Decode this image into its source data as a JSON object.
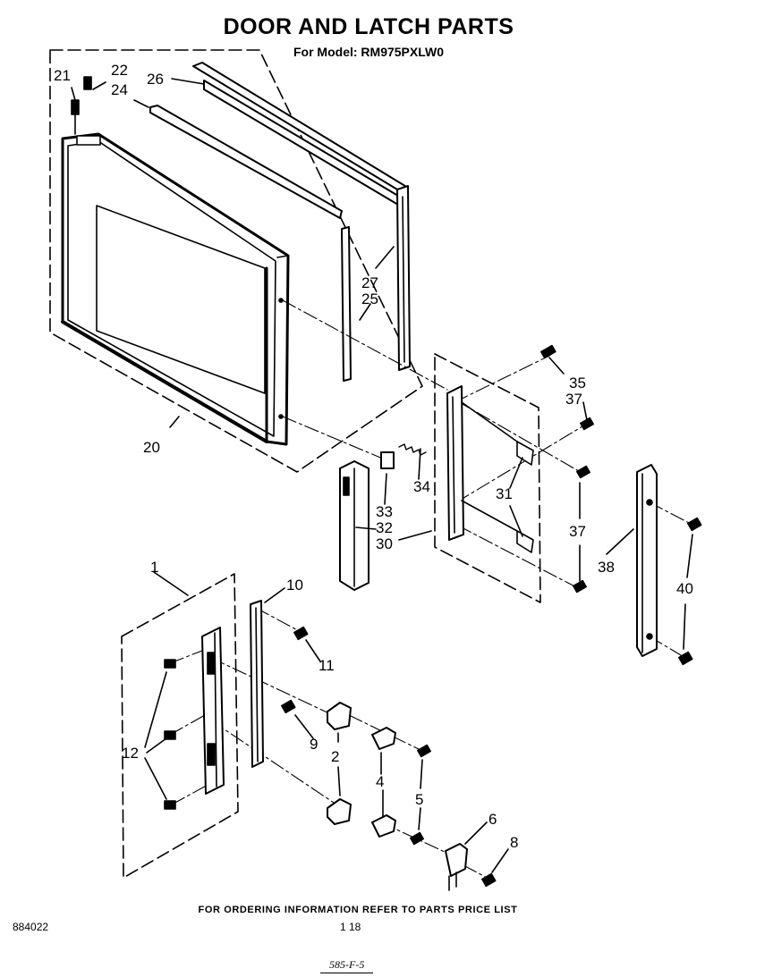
{
  "header": {
    "title": "DOOR AND LATCH PARTS",
    "model_line": "For Model: RM975PXLW0"
  },
  "callouts": {
    "p1": "1",
    "p2": "2",
    "p4": "4",
    "p5": "5",
    "p6": "6",
    "p8": "8",
    "p9": "9",
    "p10": "10",
    "p11": "11",
    "p12": "12",
    "p20": "20",
    "p21": "21",
    "p22": "22",
    "p24": "24",
    "p25": "25",
    "p26": "26",
    "p27": "27",
    "p30": "30",
    "p31": "31",
    "p32": "32",
    "p33": "33",
    "p34": "34",
    "p35": "35",
    "p37a": "37",
    "p37b": "37",
    "p38": "38",
    "p40": "40"
  },
  "footer": {
    "ordering_note": "FOR ORDERING INFORMATION REFER TO PARTS PRICE LIST",
    "doc_number": "884022",
    "page_number": "1 18",
    "page_code": "585-F-5"
  },
  "colors": {
    "ink": "#000000",
    "paper": "#ffffff"
  }
}
